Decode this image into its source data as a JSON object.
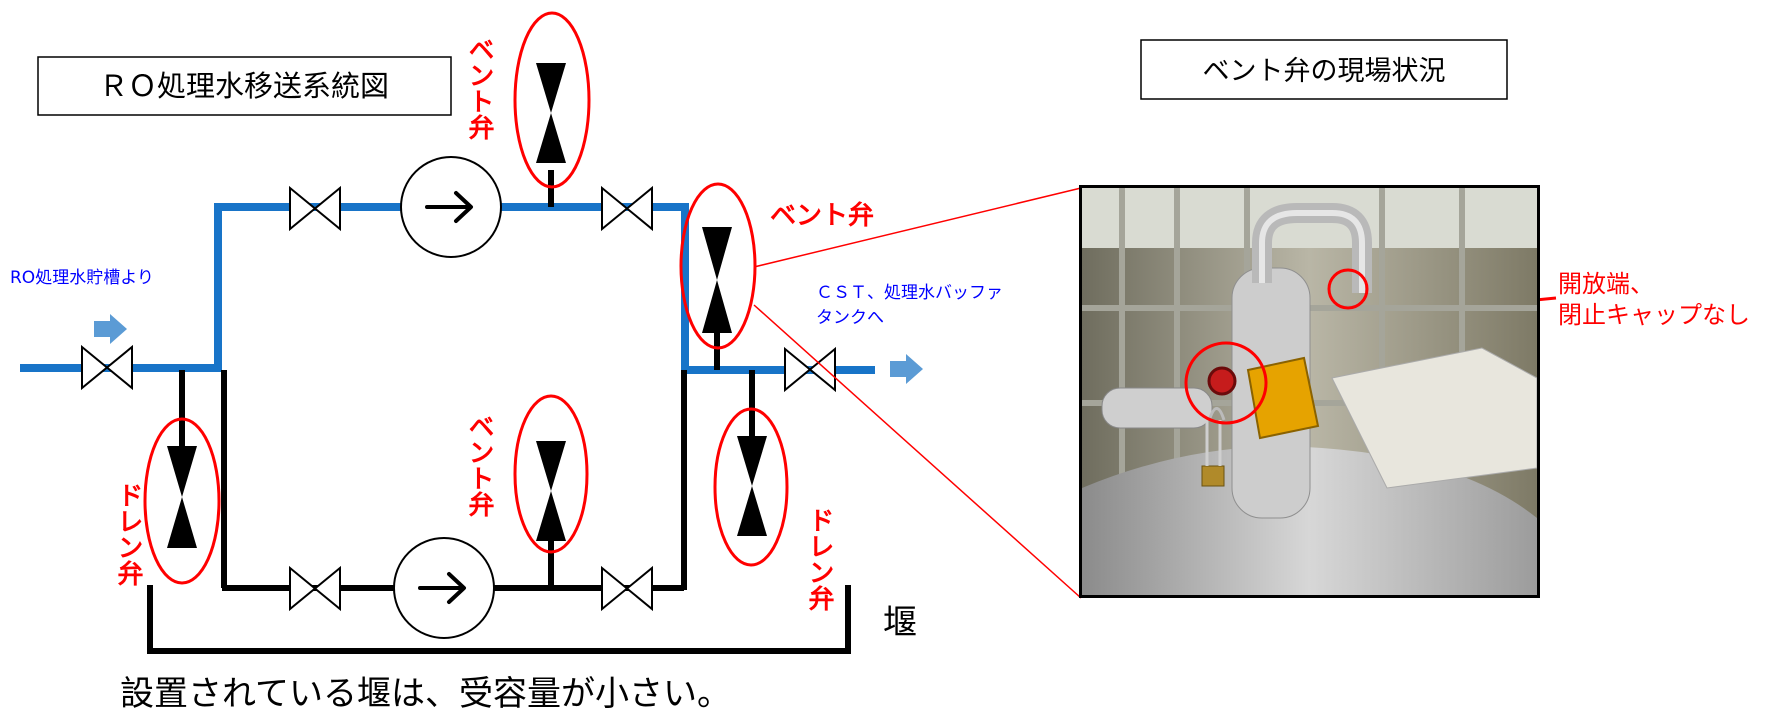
{
  "diagram_title": "ＲＯ処理水移送系統図",
  "photo_title": "ベント弁の現場状況",
  "labels": {
    "vent_valve": "ベント弁",
    "vent_valve_top": "ベント弁",
    "vent_valve_mid": "ベント弁",
    "drain_valve_left": "ドレン弁",
    "drain_valve_right": "ドレン弁",
    "source": "RO処理水貯槽より",
    "destination_line1": "ＣＳＴ、処理水バッファ",
    "destination_line2": "タンクへ",
    "weir": "堰",
    "open_end_line1": "開放端、",
    "open_end_line2": "閉止キャップなし"
  },
  "caption": "設置されている堰は、受容量が小さい。",
  "colors": {
    "pipe_blue": "#1874c8",
    "highlight_red": "#ff0000",
    "text_blue": "#0000ff",
    "arrow_blue": "#5b9bd5"
  }
}
